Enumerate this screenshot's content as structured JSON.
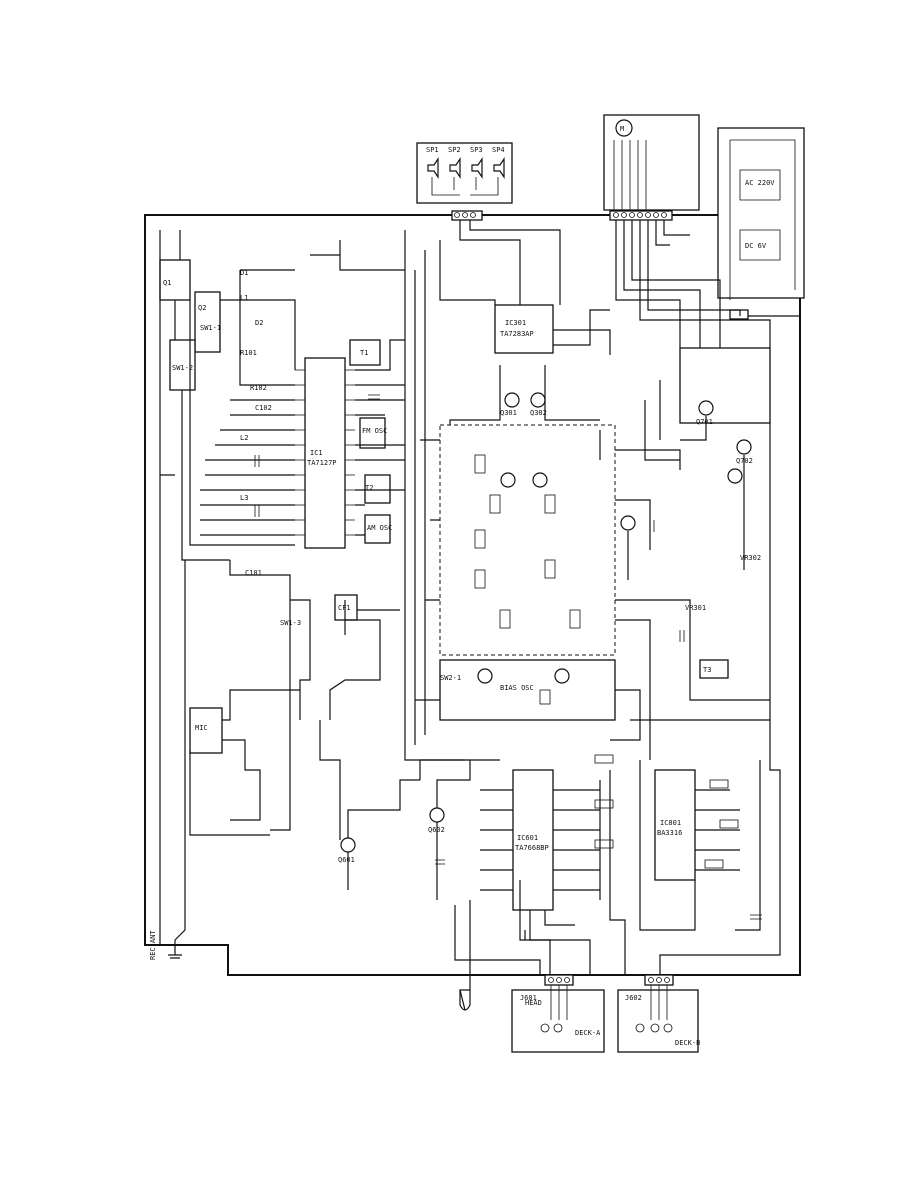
{
  "title": {
    "line1": "",
    "line2": ""
  },
  "labels": {
    "ic_left": "IC1",
    "ic_left_part": "TA7127P",
    "ic_top": "IC301",
    "ic_top_part": "TA7283AP",
    "ic_bottom": "IC601",
    "ic_bottom_part": "TA7668BP",
    "ic_right": "IC801",
    "ic_right_part": "BA3316",
    "rec_ant": "REC ANT",
    "sp1": "SP1",
    "sp2": "SP2",
    "sp3": "SP3",
    "sp4": "SP4",
    "motor": "M",
    "j601": "J601",
    "j602": "J602",
    "head": "HEAD",
    "deck_a": "DECK-A",
    "deck_b": "DECK-B",
    "t1": "T1",
    "t2": "T2",
    "t3": "T3",
    "q1": "Q1",
    "q2": "Q2",
    "q301": "Q301",
    "q302": "Q302",
    "q601": "Q601",
    "q602": "Q602",
    "q701": "Q701",
    "q702": "Q702",
    "sw1": "SW1-1",
    "sw2": "SW1-2",
    "sw3": "SW1-3",
    "sw4": "SW2-1",
    "fm_osc": "FM OSC",
    "am_osc": "AM OSC",
    "cf1": "CF1",
    "l1": "L1",
    "l2": "L2",
    "l3": "L3",
    "vr301": "VR301",
    "vr302": "VR302",
    "c101": "C101",
    "c102": "C102",
    "r101": "R101",
    "r102": "R102",
    "d1": "D1",
    "d2": "D2",
    "mic": "MIC",
    "power": "AC 220V",
    "batt": "DC 6V",
    "bias": "BIAS OSC"
  }
}
